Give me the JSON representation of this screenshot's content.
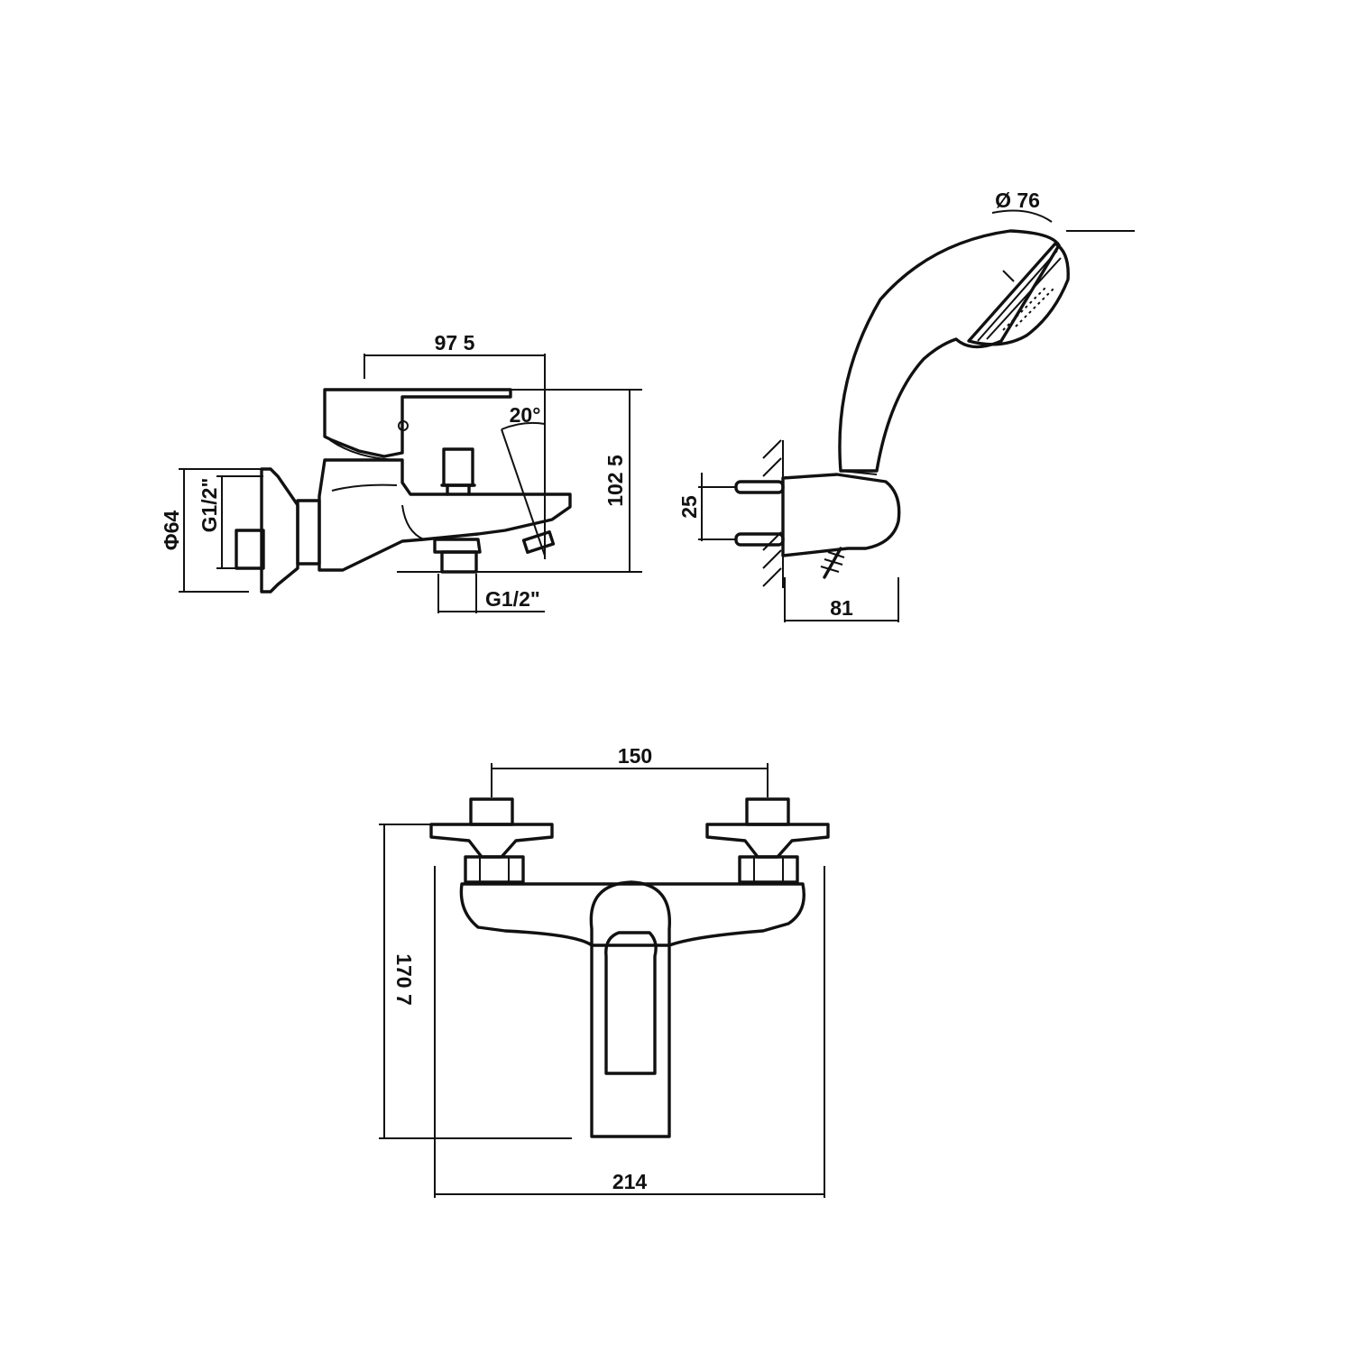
{
  "drawing": {
    "side_view": {
      "width_label": "97 5",
      "height_label": "102 5",
      "angle_label": "20°",
      "diameter_label": "Φ64",
      "inlet_thread_label": "G1/2\"",
      "outlet_thread_label": "G1/2\""
    },
    "hand_shower": {
      "head_diameter_label": "Ø 76",
      "bracket_spacing_label": "25",
      "bracket_depth_label": "81"
    },
    "front_view": {
      "centers_label": "150",
      "height_label": "170 7",
      "width_label": "214"
    }
  }
}
